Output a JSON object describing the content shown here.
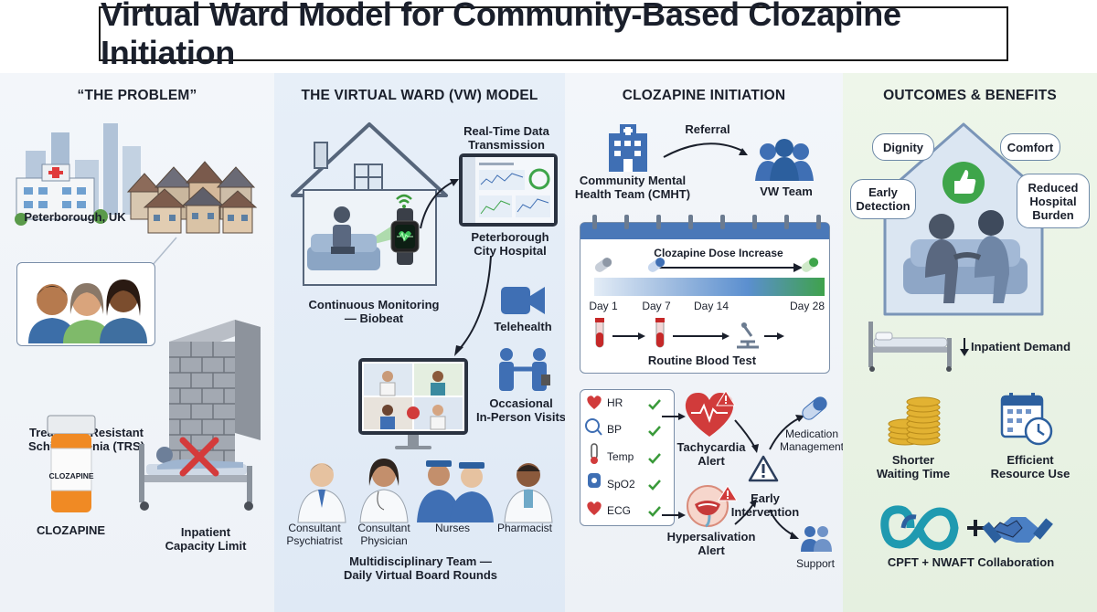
{
  "title": "Virtual Ward Model for Community-Based Clozapine Initiation",
  "problem": {
    "heading": "“THE PROBLEM”",
    "location": "Peterborough, UK",
    "condition": "Treatment-Resistant\nSchizophrenia (TRS)",
    "bottle_label": "CLOZAPINE",
    "drug": "CLOZAPINE",
    "capacity": "Inpatient\nCapacity Limit"
  },
  "model": {
    "heading": "THE VIRTUAL WARD (VW) MODEL",
    "data_transmission": "Real-Time Data\nTransmission",
    "hospital": "Peterborough\nCity Hospital",
    "monitoring": "Continuous Monitoring\n— Biobeat",
    "telehealth": "Telehealth",
    "visits": "Occasional\nIn-Person Visits",
    "team": [
      {
        "role": "Consultant\nPsychiatrist"
      },
      {
        "role": "Consultant\nPhysician"
      },
      {
        "role": "Nurses"
      },
      {
        "role": "Pharmacist"
      }
    ],
    "team_caption": "Multidisciplinary Team —\nDaily Virtual Board Rounds"
  },
  "initiation": {
    "heading": "CLOZAPINE INITIATION",
    "referral": "Referral",
    "cmht": "Community Mental\nHealth Team (CMHT)",
    "vw_team": "VW Team",
    "dose_increase": "Clozapine Dose Increase",
    "days": [
      "Day 1",
      "Day 7",
      "Day 14",
      "Day 28"
    ],
    "blood_test": "Routine Blood Test",
    "vitals": [
      "HR",
      "BP",
      "Temp",
      "SpO2",
      "ECG"
    ],
    "tachy": "Tachycardia\nAlert",
    "hyper": "Hypersalivation\nAlert",
    "early": "Early\nIntervention",
    "medication": "Medication\nManagement",
    "support": "Support"
  },
  "outcomes": {
    "heading": "OUTCOMES & BENEFITS",
    "dignity": "Dignity",
    "comfort": "Comfort",
    "early_detection": "Early\nDetection",
    "reduced_burden": "Reduced\nHospital\nBurden",
    "inpatient_demand": "Inpatient Demand",
    "waiting": "Shorter\nWaiting Time",
    "resource": "Efficient\nResource Use",
    "collab": "CPFT + NWAFT Collaboration"
  },
  "colors": {
    "accent_blue": "#3f6fb4",
    "alert_red": "#d13b3b",
    "check_green": "#3a9a3a",
    "thumbs_green": "#3ea54a",
    "gold": "#e2b232"
  }
}
